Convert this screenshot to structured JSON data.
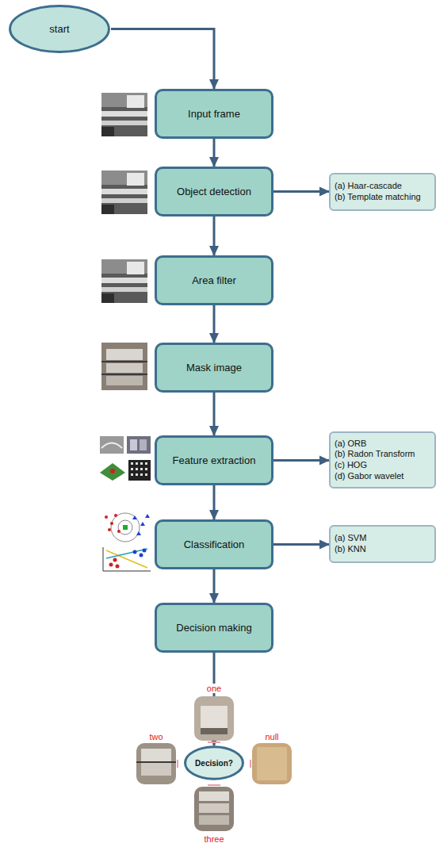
{
  "diagram": {
    "nodes": [
      {
        "text": [
          "start"
        ]
      },
      {
        "text": [
          "Input frame"
        ]
      },
      {
        "text": [
          "Object detection"
        ]
      },
      {
        "text": [
          "(a) Haar-cascade",
          "(b) Template matching"
        ]
      },
      {
        "text": [
          "Area filter"
        ]
      },
      {
        "text": [
          "Mask image"
        ]
      },
      {
        "text": [
          "Feature extraction"
        ]
      },
      {
        "text": [
          "(a) ORB",
          "(b) Radon Transform",
          "(c) HOG",
          "(d) Gabor wavelet"
        ]
      },
      {
        "text": [
          "Classification"
        ]
      },
      {
        "text": [
          "(a) SVM",
          "(b) KNN"
        ]
      },
      {
        "text": [
          "Decision making"
        ]
      },
      {
        "text": [
          "Decision?"
        ]
      }
    ],
    "edges": [
      {
        "from": 0,
        "to": 1,
        "arrow": "to"
      },
      {
        "from": 1,
        "to": 2,
        "arrow": "to"
      },
      {
        "from": 2,
        "to": 3,
        "arrow": "to"
      },
      {
        "from": 2,
        "to": 4,
        "arrow": "to"
      },
      {
        "from": 4,
        "to": 5,
        "arrow": "to"
      },
      {
        "from": 5,
        "to": 6,
        "arrow": "to"
      },
      {
        "from": 6,
        "to": 7,
        "arrow": "to"
      },
      {
        "from": 6,
        "to": 8,
        "arrow": "to"
      },
      {
        "from": 8,
        "to": 9,
        "arrow": "to"
      },
      {
        "from": 8,
        "to": 10,
        "arrow": "to"
      },
      {
        "from": 10,
        "to": 11,
        "arrow": "to"
      }
    ],
    "labels": [
      "one",
      "two",
      "null",
      "three"
    ]
  }
}
